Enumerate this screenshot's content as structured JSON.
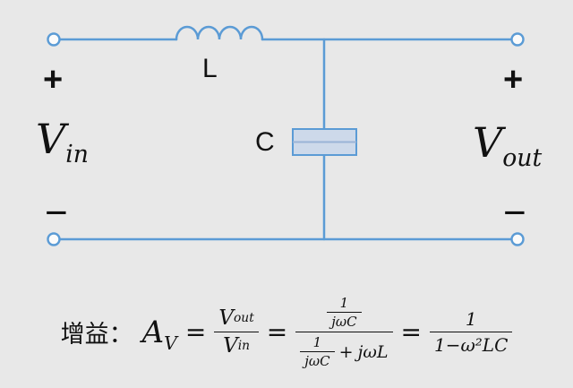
{
  "colors": {
    "background": "#e8e8e8",
    "wire": "#5b9bd5",
    "cap-fill": "#cdd9ea",
    "cap-mid": "#9ab4d6",
    "text": "#111111"
  },
  "circuit": {
    "inductor_label": "L",
    "capacitor_label": "C",
    "plus": "+",
    "minus": "−",
    "vin_symbol": "V",
    "vin_sub": "in",
    "vout_symbol": "V",
    "vout_sub": "out"
  },
  "formula": {
    "prefix": "增益：",
    "gain_symbol": "A",
    "gain_sub": "V",
    "equals": "=",
    "plus": "+",
    "frac_vout_vin": {
      "num_symbol": "V",
      "num_sub": "out",
      "den_symbol": "V",
      "den_sub": "in"
    },
    "impedance_frac": {
      "num_top": "1",
      "num_bottom": "jωC",
      "den_top": "1",
      "den_bottom": "jωC",
      "den_term": "jωL"
    },
    "result_frac": {
      "num": "1",
      "den": "1−ω²LC"
    }
  }
}
